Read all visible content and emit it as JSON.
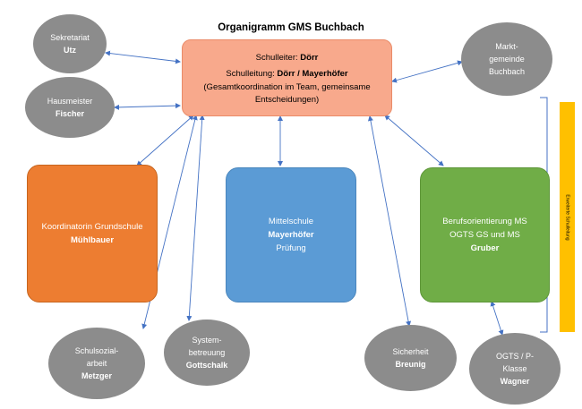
{
  "title": "Organigramm GMS Buchbach",
  "leader": {
    "line1_label": "Schulleiter: ",
    "line1_name": "Dörr",
    "line2_label": "Schulleitung: ",
    "line2_name": "Dörr / Mayerhöfer",
    "line3": "(Gesamtkoordination im Team, gemeinsame",
    "line4": "Entscheidungen)"
  },
  "boxes": {
    "grundschule": {
      "role": "Koordinatorin Grundschule",
      "name": "Mühlbauer"
    },
    "mittelschule": {
      "role": "Mittelschule",
      "name": "Mayerhöfer",
      "sub": "Prüfung"
    },
    "beruf": {
      "role1": "Berufsorientierung MS",
      "role2": "OGTS GS und MS",
      "name": "Gruber"
    }
  },
  "satellites": {
    "sekretariat": {
      "role": "Sekretariat",
      "name": "Utz"
    },
    "hausmeister": {
      "role": "Hausmeister",
      "name": "Fischer"
    },
    "markt": {
      "role1": "Markt-",
      "role2": "gemeinde",
      "role3": "Buchbach"
    },
    "sozial": {
      "role1": "Schulsozial-",
      "role2": "arbeit",
      "name": "Metzger"
    },
    "system": {
      "role1": "System-",
      "role2": "betreuung",
      "name": "Gottschalk"
    },
    "sicherheit": {
      "role": "Sicherheit",
      "name": "Breunig"
    },
    "ogts": {
      "role1": "OGTS / P-",
      "role2": "Klasse",
      "name": "Wagner"
    }
  },
  "side_bar": {
    "label": "Erweiterte Schulleitung"
  },
  "colors": {
    "leader": "#f8a98c",
    "grundschule": "#ed7d31",
    "mittelschule": "#5b9bd5",
    "beruf": "#70ad47",
    "satellite": "#8c8c8c",
    "bar": "#ffc000",
    "connector": "#4472c4"
  }
}
